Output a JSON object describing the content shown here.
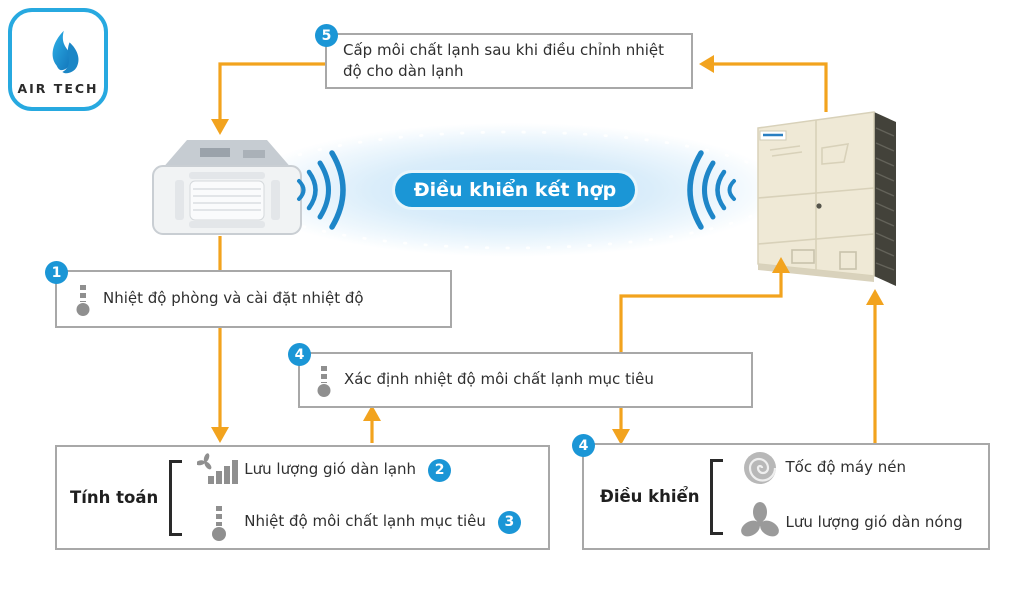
{
  "logo": {
    "brand": "AIR TECH",
    "icon": "flame-icon"
  },
  "center": {
    "label": "Điều khiển kết hợp"
  },
  "devices": {
    "indoor_unit": "ceiling-cassette-indoor-unit",
    "outdoor_unit": "vrv-outdoor-unit"
  },
  "steps": {
    "step5": {
      "badge": "5",
      "text": "Cấp môi chất lạnh sau khi điều chỉnh nhiệt độ cho dàn lạnh"
    },
    "step1": {
      "badge": "1",
      "text": "Nhiệt độ phòng và cài đặt nhiệt độ",
      "icon": "thermometer-icon"
    },
    "step4_mid": {
      "badge": "4",
      "text": "Xác định nhiệt độ môi chất lạnh mục tiêu",
      "icon": "thermometer-icon"
    }
  },
  "calc_box": {
    "label": "Tính toán",
    "rows": [
      {
        "icon": "fan-bars-icon",
        "text": "Lưu lượng gió dàn lạnh",
        "badge": "2"
      },
      {
        "icon": "thermometer-icon",
        "text": "Nhiệt độ môi chất lạnh mục tiêu",
        "badge": "3"
      }
    ]
  },
  "control_box": {
    "badge": "4",
    "label": "Điều khiển",
    "rows": [
      {
        "icon": "compressor-spiral-icon",
        "text": "Tốc độ máy nén"
      },
      {
        "icon": "fan-propeller-icon",
        "text": "Lưu lượng gió dàn nóng"
      }
    ]
  },
  "colors": {
    "accent_orange": "#F2A31E",
    "badge_blue": "#1B96D6",
    "wave_blue": "#1E86C8",
    "border_gray": "#A8A8A8",
    "glow_blue": "#CBE6F8"
  }
}
